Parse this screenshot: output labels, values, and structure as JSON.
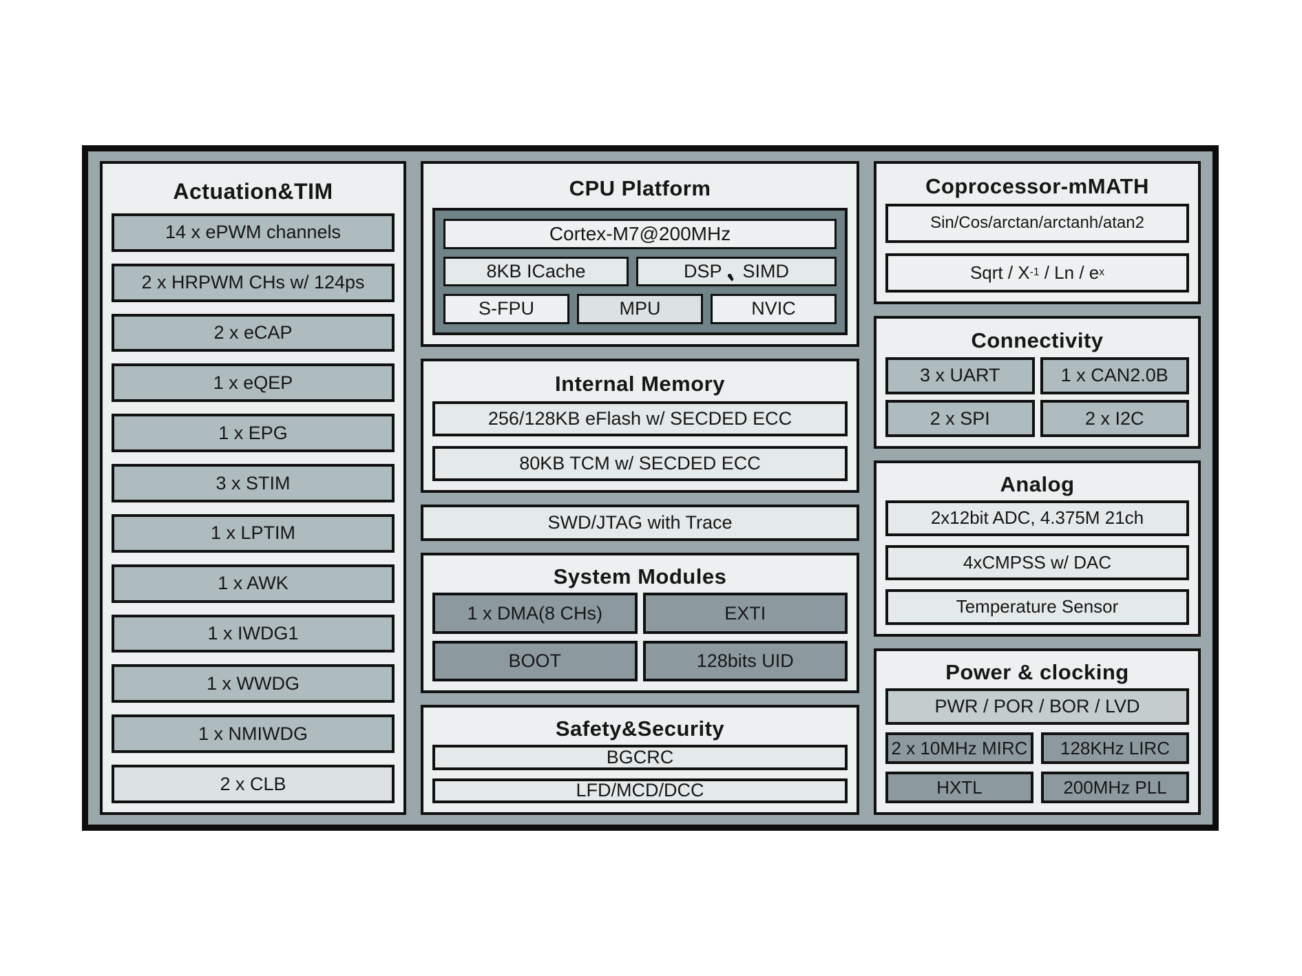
{
  "palette": {
    "page_bg": "#ffffff",
    "frame_border": "#0d0d0d",
    "frame_bg": "#9aa8ac",
    "panel_bg": "#edf0f0",
    "box_medium": "#aebbbf",
    "box_light": "#e4e9e9",
    "box_white": "#eef1f1",
    "box_pale": "#dce2e2",
    "box_dark": "#8c9aa0",
    "box_power": "#c3cdce",
    "cpu_well_bg": "#6f8388",
    "text": "#161616"
  },
  "actuation_tim": {
    "title": "Actuation&TIM",
    "items": [
      "14 x ePWM channels",
      "2 x HRPWM CHs w/ 124ps",
      "2 x eCAP",
      "1 x eQEP",
      "1 x EPG",
      "3 x STIM",
      "1 x LPTIM",
      "1 x AWK",
      "1 x IWDG1",
      "1 x WWDG",
      "1 x NMIWDG",
      "2 x CLB"
    ]
  },
  "cpu_platform": {
    "title": "CPU Platform",
    "cortex": "Cortex-M7@200MHz",
    "icache": "8KB ICache",
    "dsp_simd_label": "DSP、SIMD",
    "dsp": "DSP",
    "simd": "SIMD",
    "sfpu": "S-FPU",
    "mpu": "MPU",
    "nvic": "NVIC"
  },
  "internal_memory": {
    "title": "Internal Memory",
    "items": [
      "256/128KB eFlash w/ SECDED ECC",
      "80KB TCM w/ SECDED ECC"
    ]
  },
  "debug": {
    "label": "SWD/JTAG with Trace"
  },
  "system_modules": {
    "title": "System Modules",
    "items": [
      "1 x DMA(8 CHs)",
      "EXTI",
      "BOOT",
      "128bits UID"
    ]
  },
  "safety_security": {
    "title": "Safety&Security",
    "items": [
      "BGCRC",
      "LFD/MCD/DCC"
    ]
  },
  "coprocessor": {
    "title": "Coprocessor-mMATH",
    "trig": "Sin/Cos/arctan/arctanh/atan2",
    "sqrt_label": "Sqrt / X⁻¹ / Ln / eˣ",
    "sqrt_prefix": "Sqrt / X",
    "sqrt_sup1": "-1",
    "sqrt_mid": " / Ln / e",
    "sqrt_sup2": "x"
  },
  "connectivity": {
    "title": "Connectivity",
    "items": [
      "3 x UART",
      "1 x CAN2.0B",
      "2 x SPI",
      "2 x I2C"
    ]
  },
  "analog": {
    "title": "Analog",
    "items": [
      "2x12bit ADC, 4.375M 21ch",
      "4xCMPSS w/ DAC",
      "Temperature Sensor"
    ]
  },
  "power_clocking": {
    "title": "Power & clocking",
    "wide_item": "PWR / POR / BOR / LVD",
    "items": [
      "2 x 10MHz MIRC",
      "128KHz LIRC",
      "HXTL",
      "200MHz PLL"
    ]
  }
}
